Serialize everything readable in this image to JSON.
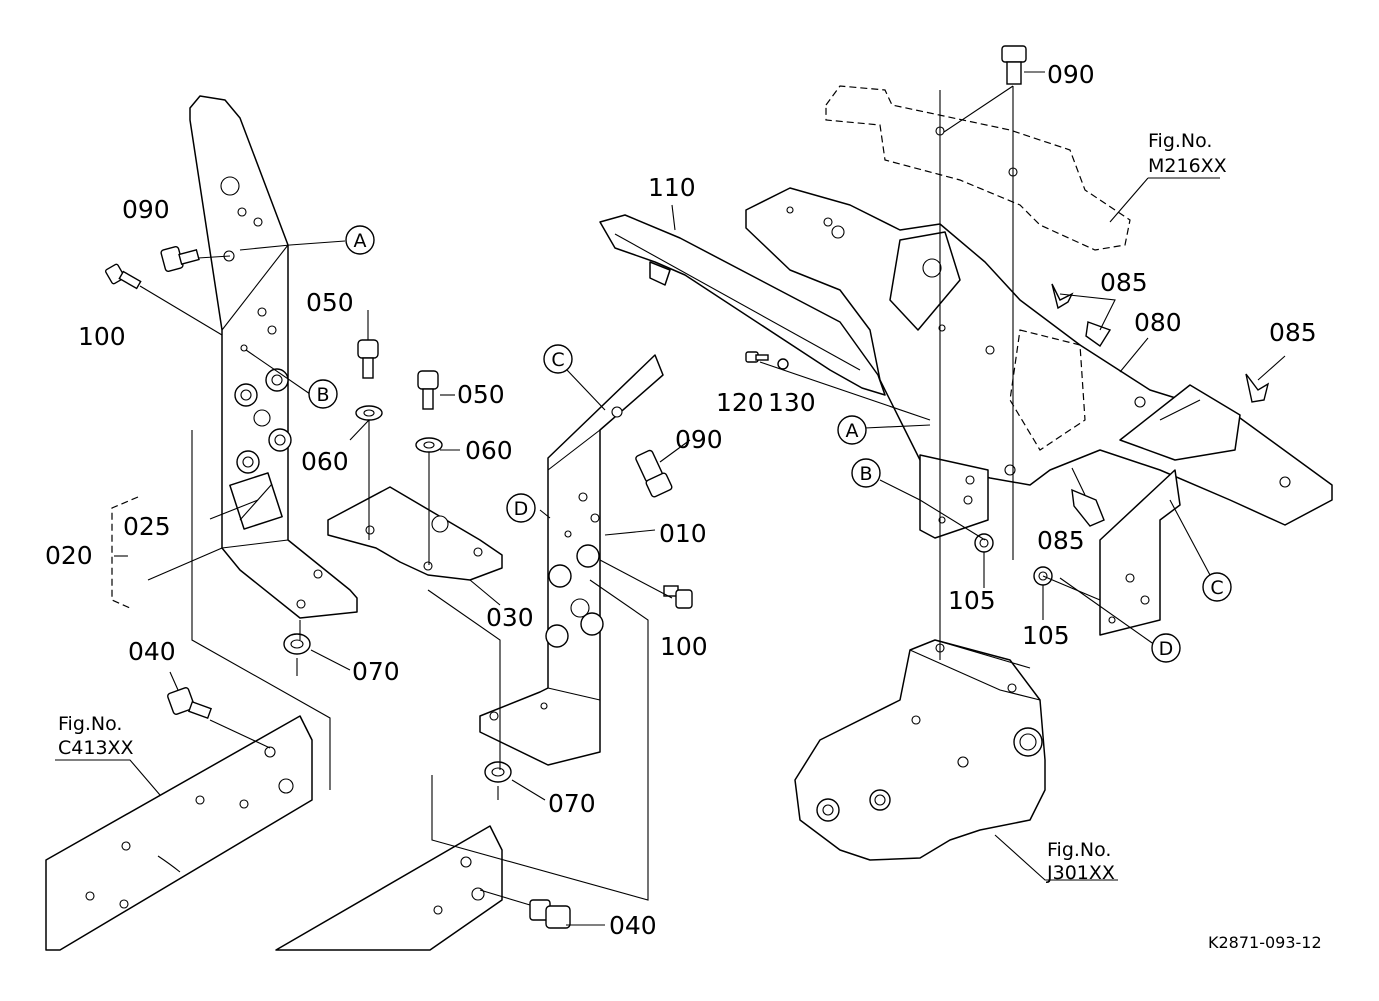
{
  "drawing_id": "K2871-093-12",
  "part_labels": {
    "p010": "010",
    "p020": "020",
    "p025": "025",
    "p030": "030",
    "p040a": "040",
    "p040b": "040",
    "p050a": "050",
    "p050b": "050",
    "p060a": "060",
    "p060b": "060",
    "p070a": "070",
    "p070b": "070",
    "p080": "080",
    "p085a": "085",
    "p085b": "085",
    "p085c": "085",
    "p090a": "090",
    "p090b": "090",
    "p090c": "090",
    "p100a": "100",
    "p100b": "100",
    "p105a": "105",
    "p105b": "105",
    "p110": "110",
    "p120": "120",
    "p130": "130"
  },
  "callouts": {
    "A1": "A",
    "A2": "A",
    "B1": "B",
    "B2": "B",
    "C1": "C",
    "C2": "C",
    "D1": "D",
    "D2": "D"
  },
  "figure_refs": {
    "m216": {
      "line1": "Fig.No.",
      "line2": "M216XX"
    },
    "c413": {
      "line1": "Fig.No.",
      "line2": "C413XX"
    },
    "j301": {
      "line1": "Fig.No.",
      "line2": "J301XX"
    }
  }
}
